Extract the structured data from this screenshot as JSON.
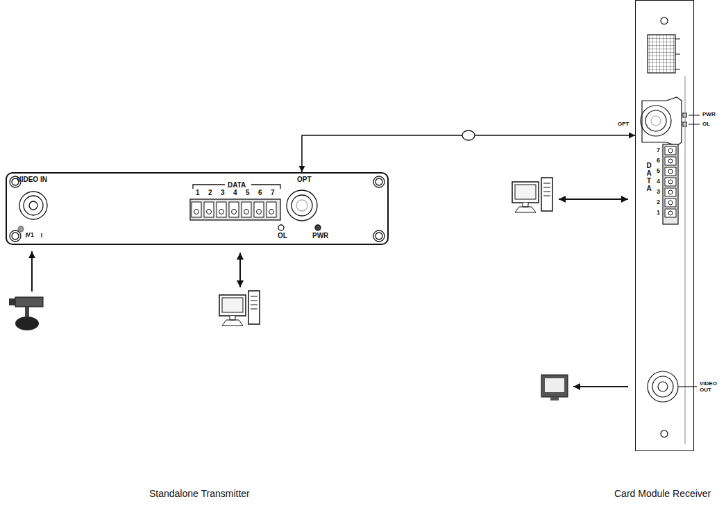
{
  "diagram": {
    "nodes": [
      {
        "text": [
          "VIDEO IN",
          "V1",
          "DATA",
          "1",
          "2",
          "3",
          "4",
          "5",
          "6",
          "7",
          "OPT",
          "OL",
          "PWR"
        ]
      },
      {
        "text": [
          "OPT",
          "PWR",
          "OL",
          "DATA",
          "7",
          "6",
          "5",
          "4",
          "3",
          "2",
          "1",
          "VIDEO OUT"
        ]
      }
    ],
    "edges": [
      {
        "from": 0,
        "to": 1,
        "arrow": "both"
      }
    ],
    "labels": [
      "Standalone Transmitter",
      "Card Module Receiver"
    ]
  }
}
